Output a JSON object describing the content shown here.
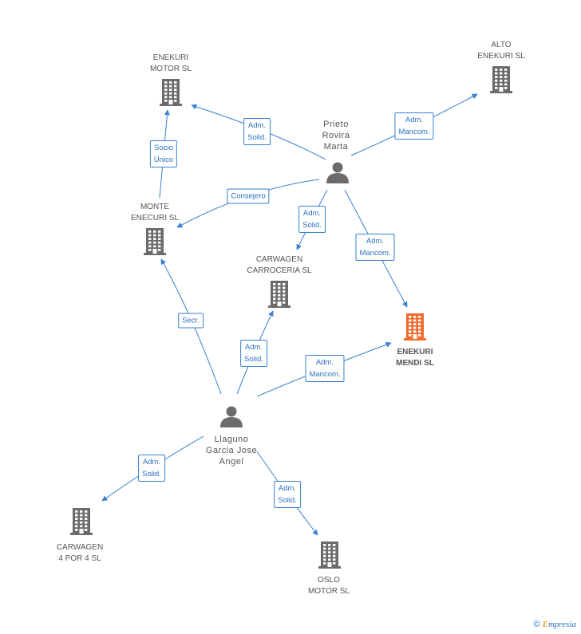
{
  "nodes": {
    "enekuri_motor": {
      "lines": [
        "ENEKURI",
        "MOTOR  SL"
      ],
      "type": "company"
    },
    "alto_enekuri": {
      "lines": [
        "ALTO",
        "ENEKURI SL"
      ],
      "type": "company"
    },
    "prieto": {
      "lines": [
        "Prieto",
        "Rovira",
        "Marta"
      ],
      "type": "person"
    },
    "monte_enecuri": {
      "lines": [
        "MONTE",
        "ENECURI SL"
      ],
      "type": "company"
    },
    "carwagen_carroceria": {
      "lines": [
        "CARWAGEN",
        "CARROCERIA SL"
      ],
      "type": "company"
    },
    "enekuri_mendi": {
      "lines": [
        "ENEKURI",
        "MENDI SL"
      ],
      "type": "company",
      "focus": true
    },
    "llaguno": {
      "lines": [
        "Llaguno",
        "Garcia Jose",
        "Angel"
      ],
      "type": "person"
    },
    "carwagen_4por4": {
      "lines": [
        "CARWAGEN",
        "4 POR 4 SL"
      ],
      "type": "company"
    },
    "oslo_motor": {
      "lines": [
        "OSLO",
        "MOTOR SL"
      ],
      "type": "company"
    }
  },
  "edges": [
    {
      "id": "e1",
      "lines": [
        "Adm.",
        "Solid."
      ]
    },
    {
      "id": "e2",
      "lines": [
        "Adm.",
        "Mancom."
      ]
    },
    {
      "id": "e3",
      "lines": [
        "Socio",
        "Único"
      ]
    },
    {
      "id": "e4",
      "lines": [
        "Consejero"
      ]
    },
    {
      "id": "e5",
      "lines": [
        "Adm.",
        "Solid."
      ]
    },
    {
      "id": "e6",
      "lines": [
        "Adm.",
        "Mancom."
      ]
    },
    {
      "id": "e7",
      "lines": [
        "Secr."
      ]
    },
    {
      "id": "e8",
      "lines": [
        "Adm.",
        "Solid."
      ]
    },
    {
      "id": "e9",
      "lines": [
        "Adm.",
        "Mancom."
      ]
    },
    {
      "id": "e10",
      "lines": [
        "Adm.",
        "Solid."
      ]
    },
    {
      "id": "e11",
      "lines": [
        "Adm.",
        "Solid."
      ]
    }
  ],
  "colors": {
    "edge": "#3a7fd0",
    "icon": "#6b6b6b",
    "focus": "#f26a2e"
  },
  "brand": {
    "copyright": "©",
    "name_first": "E",
    "name_rest": "mpresia"
  }
}
